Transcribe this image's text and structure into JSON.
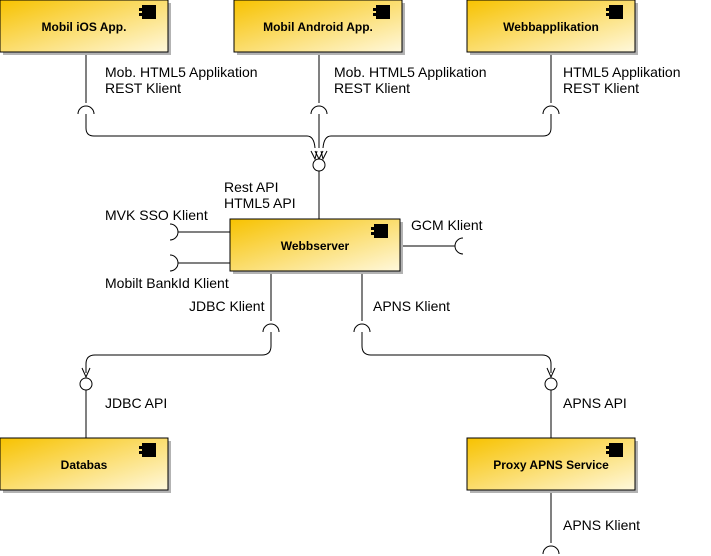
{
  "colors": {
    "box_fill_top": "#f7c200",
    "box_fill_bottom": "#fff8dc",
    "line": "#000000"
  },
  "components": {
    "ios": "Mobil iOS App.",
    "android": "Mobil Android App.",
    "webapp": "Webbapplikation",
    "webserver": "Webbserver",
    "databas": "Databas",
    "proxy": "Proxy APNS Service"
  },
  "labels": {
    "ios_line1": "Mob. HTML5 Applikation",
    "ios_line2": "REST Klient",
    "android_line1": "Mob. HTML5 Applikation",
    "android_line2": "REST Klient",
    "webapp_line1": "HTML5 Applikation",
    "webapp_line2": "REST Klient",
    "rest_api": "Rest API",
    "html5_api": "HTML5 API",
    "mvk_sso": "MVK SSO Klient",
    "mobilt_bankid": "Mobilt BankId Klient",
    "gcm": "GCM Klient",
    "jdbc_klient": "JDBC Klient",
    "apns_klient": "APNS Klient",
    "jdbc_api": "JDBC API",
    "apns_api": "APNS API",
    "apns_klient_bottom": "APNS Klient"
  },
  "icons": {
    "component": "component-icon",
    "provided": "provided-interface-icon",
    "required": "required-interface-icon"
  }
}
